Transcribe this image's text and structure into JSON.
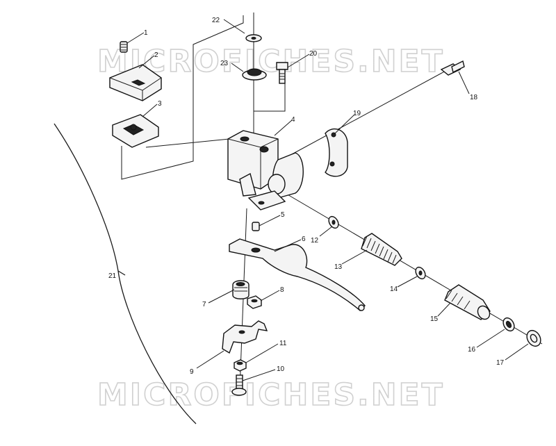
{
  "watermark": {
    "text": "MICROFICHES.NET"
  },
  "callouts": [
    {
      "id": "1",
      "text": "1"
    },
    {
      "id": "2",
      "text": "2"
    },
    {
      "id": "3",
      "text": "3"
    },
    {
      "id": "4",
      "text": "4"
    },
    {
      "id": "5",
      "text": "5"
    },
    {
      "id": "6",
      "text": "6"
    },
    {
      "id": "7",
      "text": "7"
    },
    {
      "id": "8",
      "text": "8"
    },
    {
      "id": "9",
      "text": "9"
    },
    {
      "id": "10",
      "text": "10"
    },
    {
      "id": "11",
      "text": "11"
    },
    {
      "id": "12",
      "text": "12"
    },
    {
      "id": "13",
      "text": "13"
    },
    {
      "id": "14",
      "text": "14"
    },
    {
      "id": "15",
      "text": "15"
    },
    {
      "id": "16",
      "text": "16"
    },
    {
      "id": "17",
      "text": "17"
    },
    {
      "id": "18",
      "text": "18"
    },
    {
      "id": "19",
      "text": "19"
    },
    {
      "id": "20",
      "text": "20"
    },
    {
      "id": "21",
      "text": "21"
    },
    {
      "id": "22",
      "text": "22"
    },
    {
      "id": "23",
      "text": "23"
    }
  ]
}
